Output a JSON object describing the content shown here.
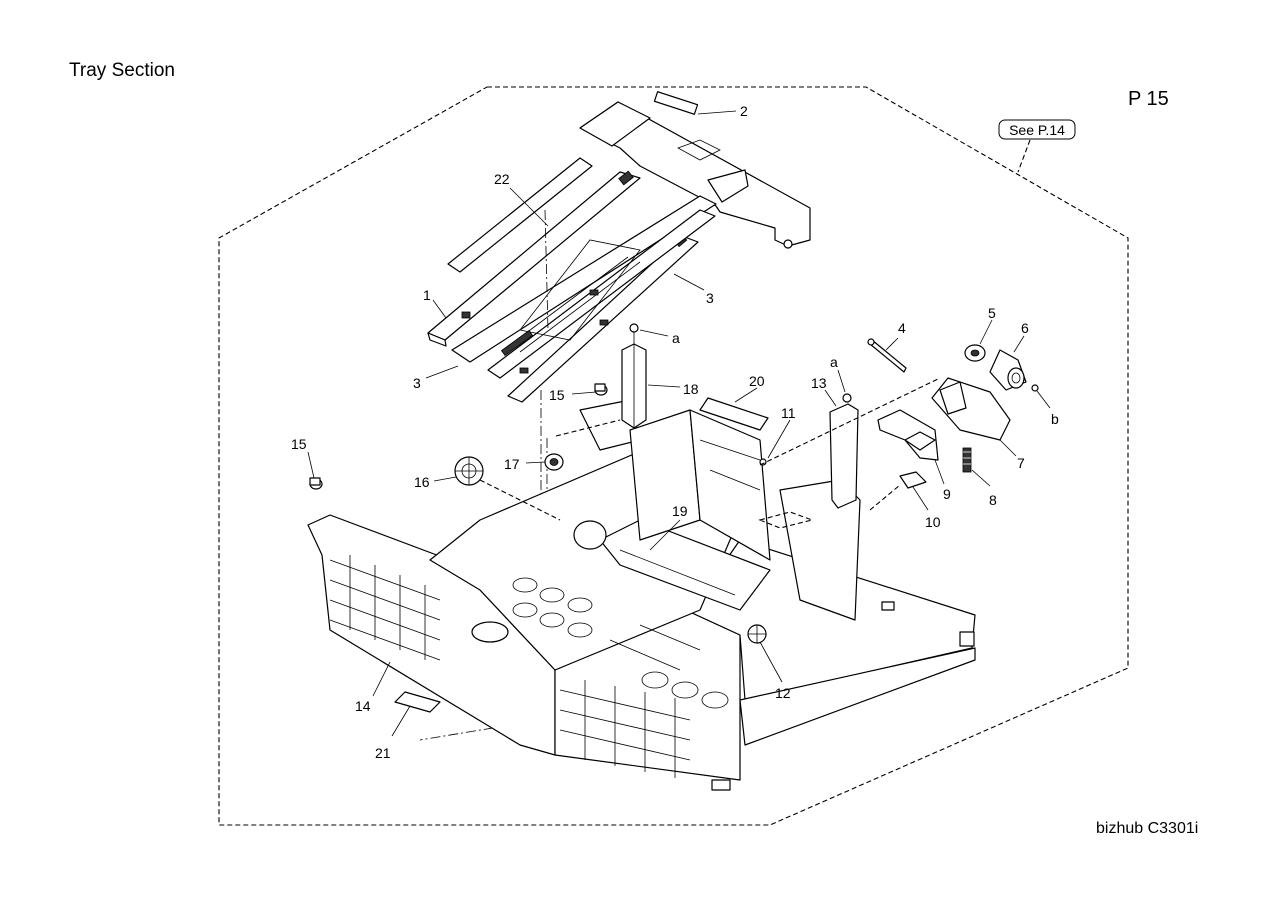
{
  "title": "Tray Section",
  "page_number": "P 15",
  "model": "bizhub C3301i",
  "reference": "See P.14",
  "callouts": {
    "c1": "1",
    "c2": "2",
    "c3a": "3",
    "c3b": "3",
    "c4": "4",
    "c5": "5",
    "c6": "6",
    "c7": "7",
    "c8": "8",
    "c9": "9",
    "c10": "10",
    "c11": "11",
    "c12": "12",
    "c13": "13",
    "c14": "14",
    "c15a": "15",
    "c15b": "15",
    "c16": "16",
    "c17": "17",
    "c18": "18",
    "c19": "19",
    "c20": "20",
    "c21": "21",
    "c22": "22",
    "ca1": "a",
    "ca2": "a",
    "cb": "b"
  }
}
